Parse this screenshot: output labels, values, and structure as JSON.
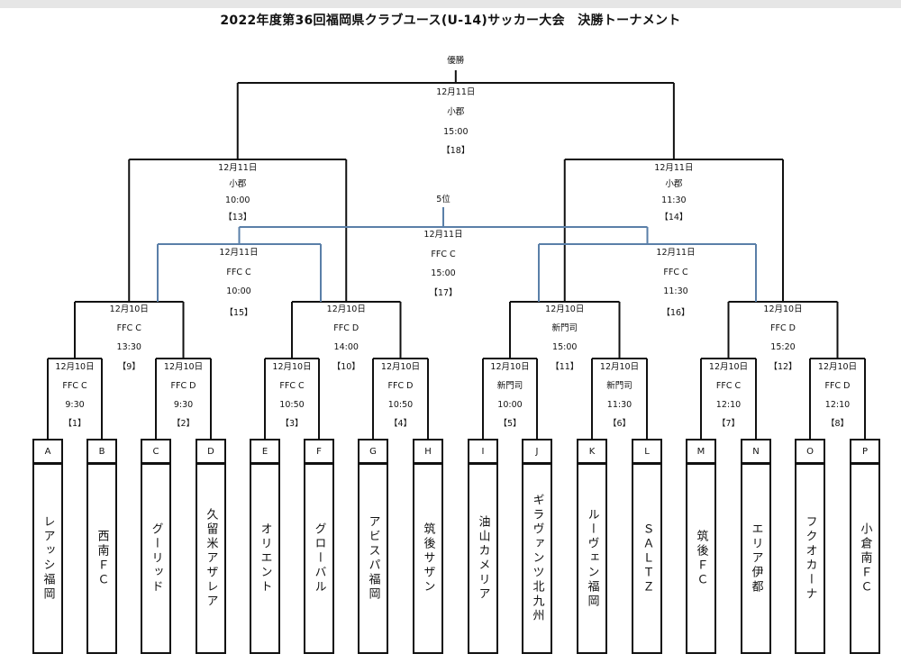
{
  "title": "2022年度第36回福岡県クラブユース(U-14)サッカー大会　決勝トーナメント",
  "final_label": "優勝",
  "third_label": "5位",
  "colors": {
    "main_line": "#111111",
    "consolation_line": "#5a7fa8"
  },
  "teams": [
    {
      "letter": "A",
      "name": "レアッシ福岡"
    },
    {
      "letter": "B",
      "name": "西南ＦＣ"
    },
    {
      "letter": "C",
      "name": "グーリッド"
    },
    {
      "letter": "D",
      "name": "久留米アザレア"
    },
    {
      "letter": "E",
      "name": "オリエント"
    },
    {
      "letter": "F",
      "name": "グローバル"
    },
    {
      "letter": "G",
      "name": "アビスパ福岡"
    },
    {
      "letter": "H",
      "name": "筑後サザン"
    },
    {
      "letter": "I",
      "name": "油山カメリア"
    },
    {
      "letter": "J",
      "name": "ギラヴァンツ北九州"
    },
    {
      "letter": "K",
      "name": "ルーヴェン福岡"
    },
    {
      "letter": "L",
      "name": "ＳＡＬＴＺ"
    },
    {
      "letter": "M",
      "name": "筑後ＦＣ"
    },
    {
      "letter": "N",
      "name": "エリア伊都"
    },
    {
      "letter": "O",
      "name": "フクオカーナ"
    },
    {
      "letter": "P",
      "name": "小倉南ＦＣ"
    }
  ],
  "matches": [
    {
      "id": "1",
      "date": "12月10日",
      "venue": "FFC C",
      "time": "9:30",
      "no": "【1】"
    },
    {
      "id": "2",
      "date": "12月10日",
      "venue": "FFC D",
      "time": "9:30",
      "no": "【2】"
    },
    {
      "id": "3",
      "date": "12月10日",
      "venue": "FFC C",
      "time": "10:50",
      "no": "【3】"
    },
    {
      "id": "4",
      "date": "12月10日",
      "venue": "FFC D",
      "time": "10:50",
      "no": "【4】"
    },
    {
      "id": "5",
      "date": "12月10日",
      "venue": "新門司",
      "time": "10:00",
      "no": "【5】"
    },
    {
      "id": "6",
      "date": "12月10日",
      "venue": "新門司",
      "time": "11:30",
      "no": "【6】"
    },
    {
      "id": "7",
      "date": "12月10日",
      "venue": "FFC C",
      "time": "12:10",
      "no": "【7】"
    },
    {
      "id": "8",
      "date": "12月10日",
      "venue": "FFC D",
      "time": "12:10",
      "no": "【8】"
    },
    {
      "id": "9",
      "date": "12月10日",
      "venue": "FFC C",
      "time": "13:30",
      "no": "【9】"
    },
    {
      "id": "10",
      "date": "12月10日",
      "venue": "FFC D",
      "time": "14:00",
      "no": "【10】"
    },
    {
      "id": "11",
      "date": "12月10日",
      "venue": "新門司",
      "time": "15:00",
      "no": "【11】"
    },
    {
      "id": "12",
      "date": "12月10日",
      "venue": "FFC D",
      "time": "15:20",
      "no": "【12】"
    },
    {
      "id": "13",
      "date": "12月11日",
      "venue": "小郡",
      "time": "10:00",
      "no": "【13】"
    },
    {
      "id": "14",
      "date": "12月11日",
      "venue": "小郡",
      "time": "11:30",
      "no": "【14】"
    },
    {
      "id": "15",
      "date": "12月11日",
      "venue": "FFC C",
      "time": "10:00",
      "no": "【15】"
    },
    {
      "id": "16",
      "date": "12月11日",
      "venue": "FFC C",
      "time": "11:30",
      "no": "【16】"
    },
    {
      "id": "17",
      "date": "12月11日",
      "venue": "FFC C",
      "time": "15:00",
      "no": "【17】"
    },
    {
      "id": "18",
      "date": "12月11日",
      "venue": "小郡",
      "time": "15:00",
      "no": "【18】"
    }
  ]
}
